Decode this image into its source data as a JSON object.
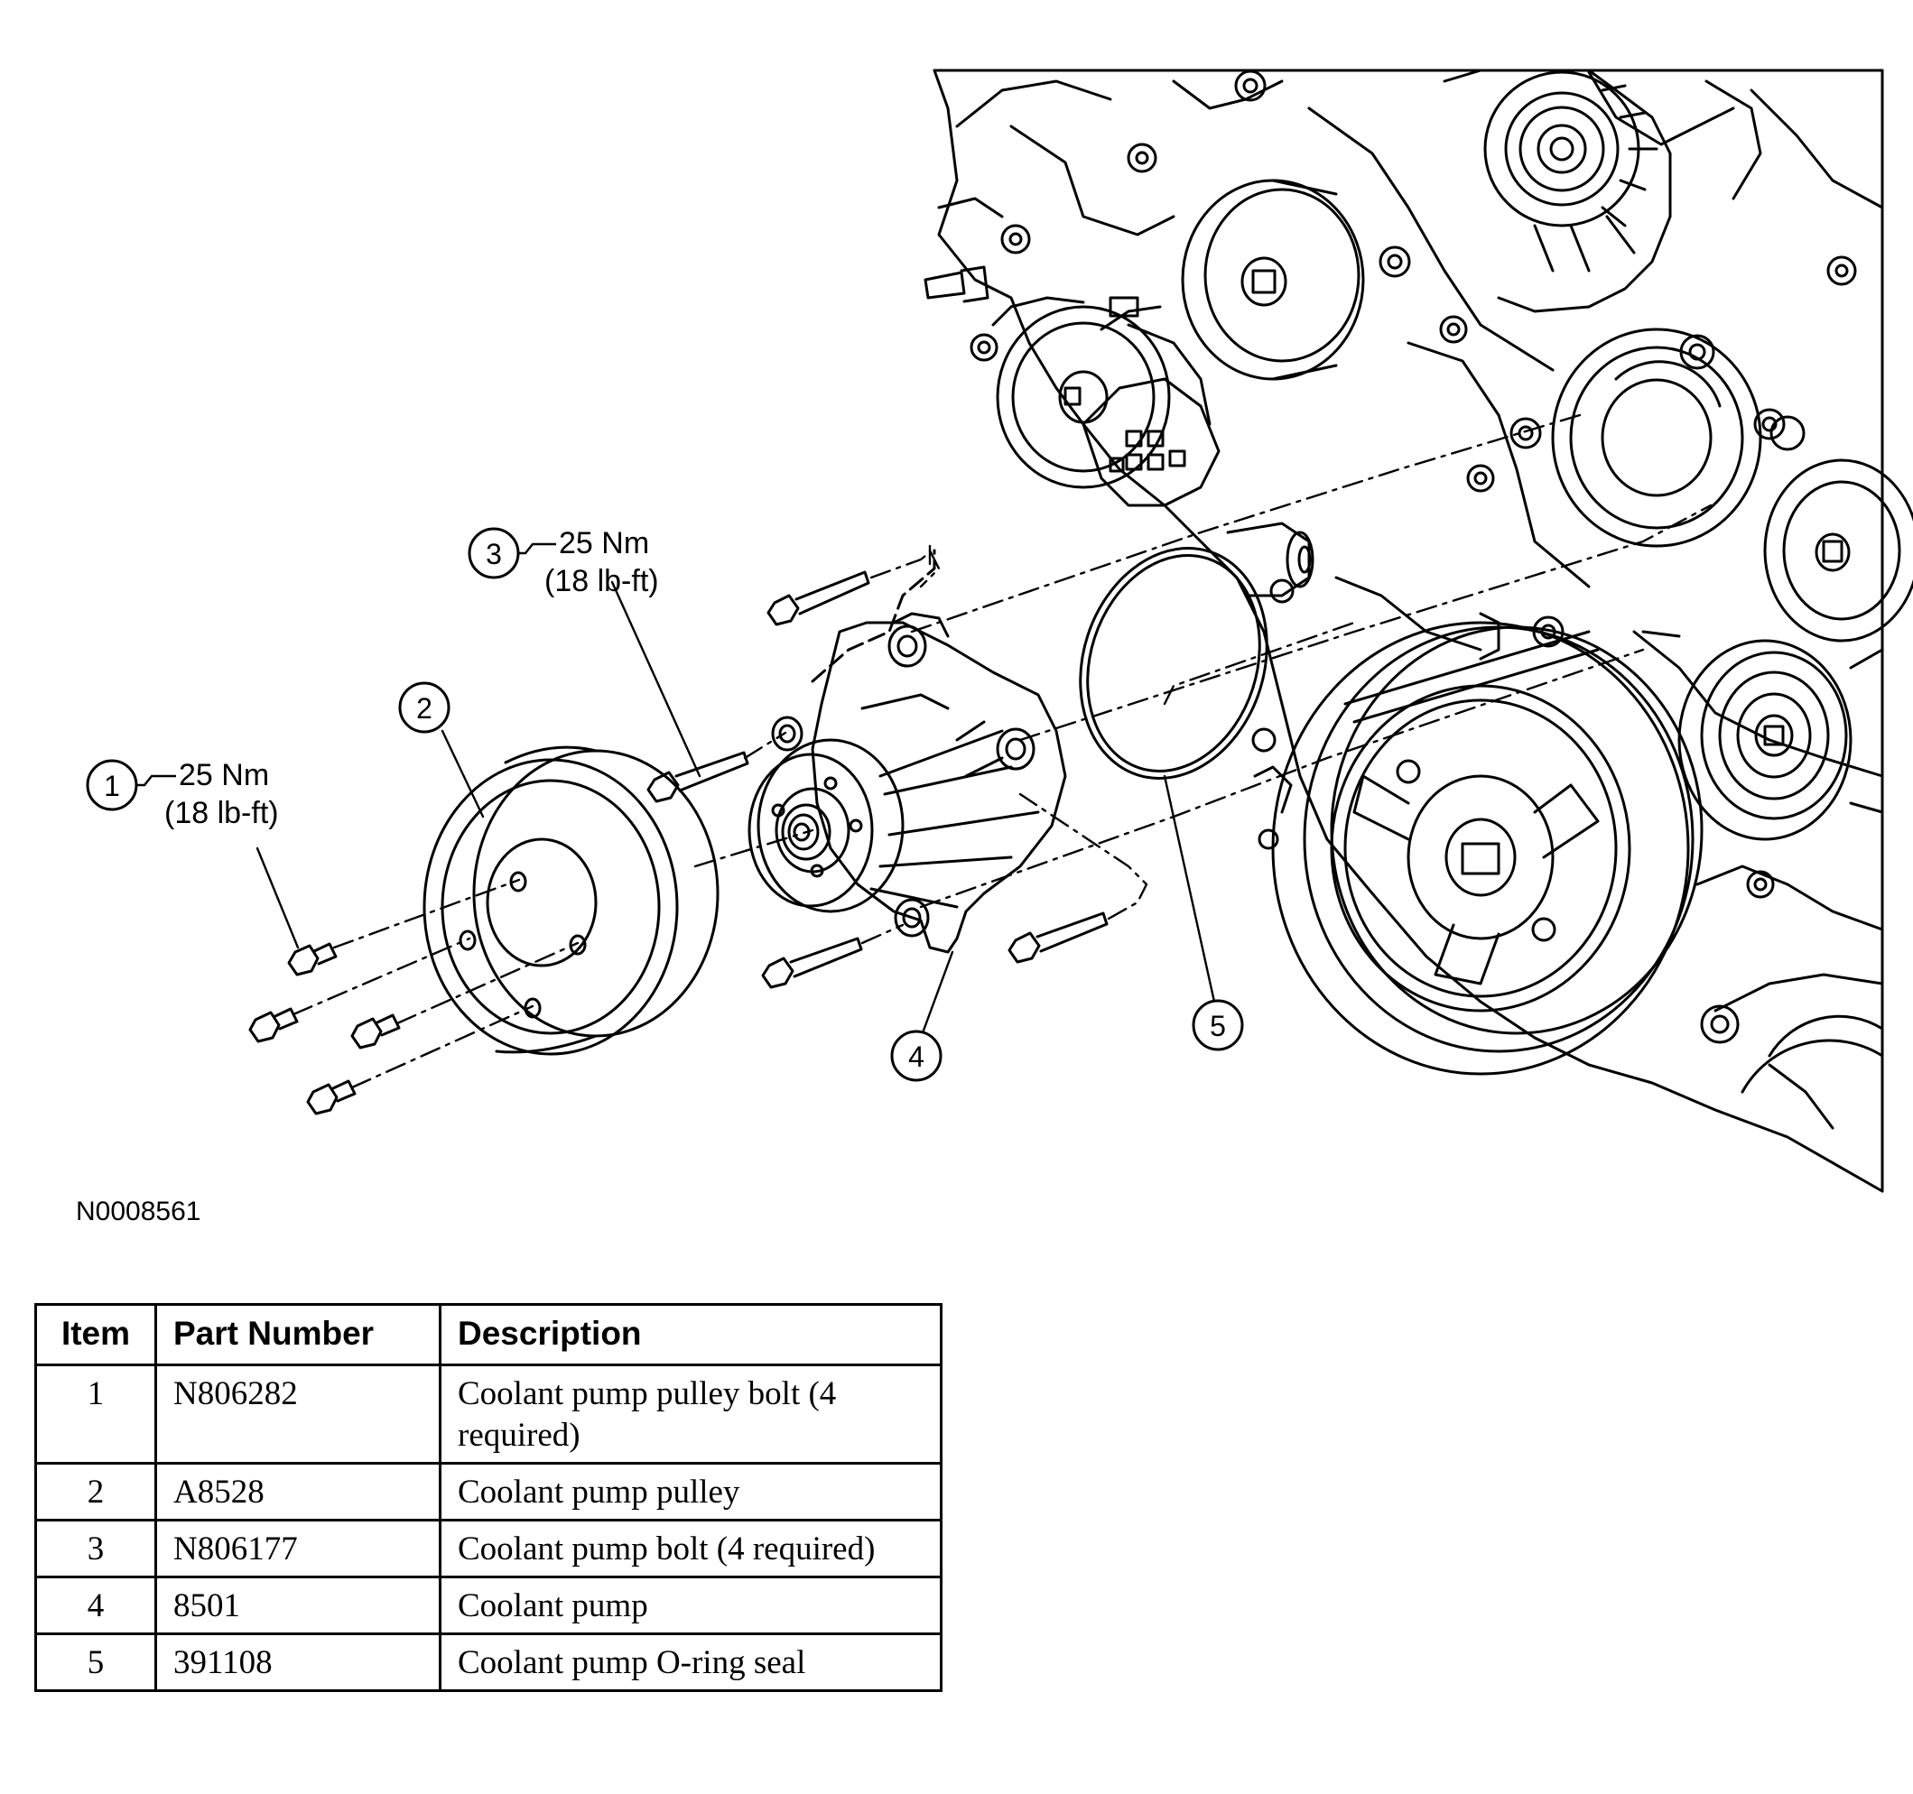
{
  "diagram": {
    "figure_id": "N0008561",
    "callouts": [
      {
        "num": "1",
        "torque": "25 Nm",
        "torque_imperial": "(18 lb-ft)"
      },
      {
        "num": "2"
      },
      {
        "num": "3",
        "torque": "25 Nm",
        "torque_imperial": "(18 lb-ft)"
      },
      {
        "num": "4"
      },
      {
        "num": "5"
      }
    ]
  },
  "table": {
    "headers": {
      "item": "Item",
      "part_number": "Part Number",
      "description": "Description"
    },
    "rows": [
      {
        "item": "1",
        "part_number": "N806282",
        "description": "Coolant pump pulley bolt (4 required)"
      },
      {
        "item": "2",
        "part_number": "A8528",
        "description": "Coolant pump pulley"
      },
      {
        "item": "3",
        "part_number": "N806177",
        "description": "Coolant pump bolt (4 required)"
      },
      {
        "item": "4",
        "part_number": "8501",
        "description": "Coolant pump"
      },
      {
        "item": "5",
        "part_number": "391108",
        "description": "Coolant pump O-ring seal"
      }
    ]
  }
}
